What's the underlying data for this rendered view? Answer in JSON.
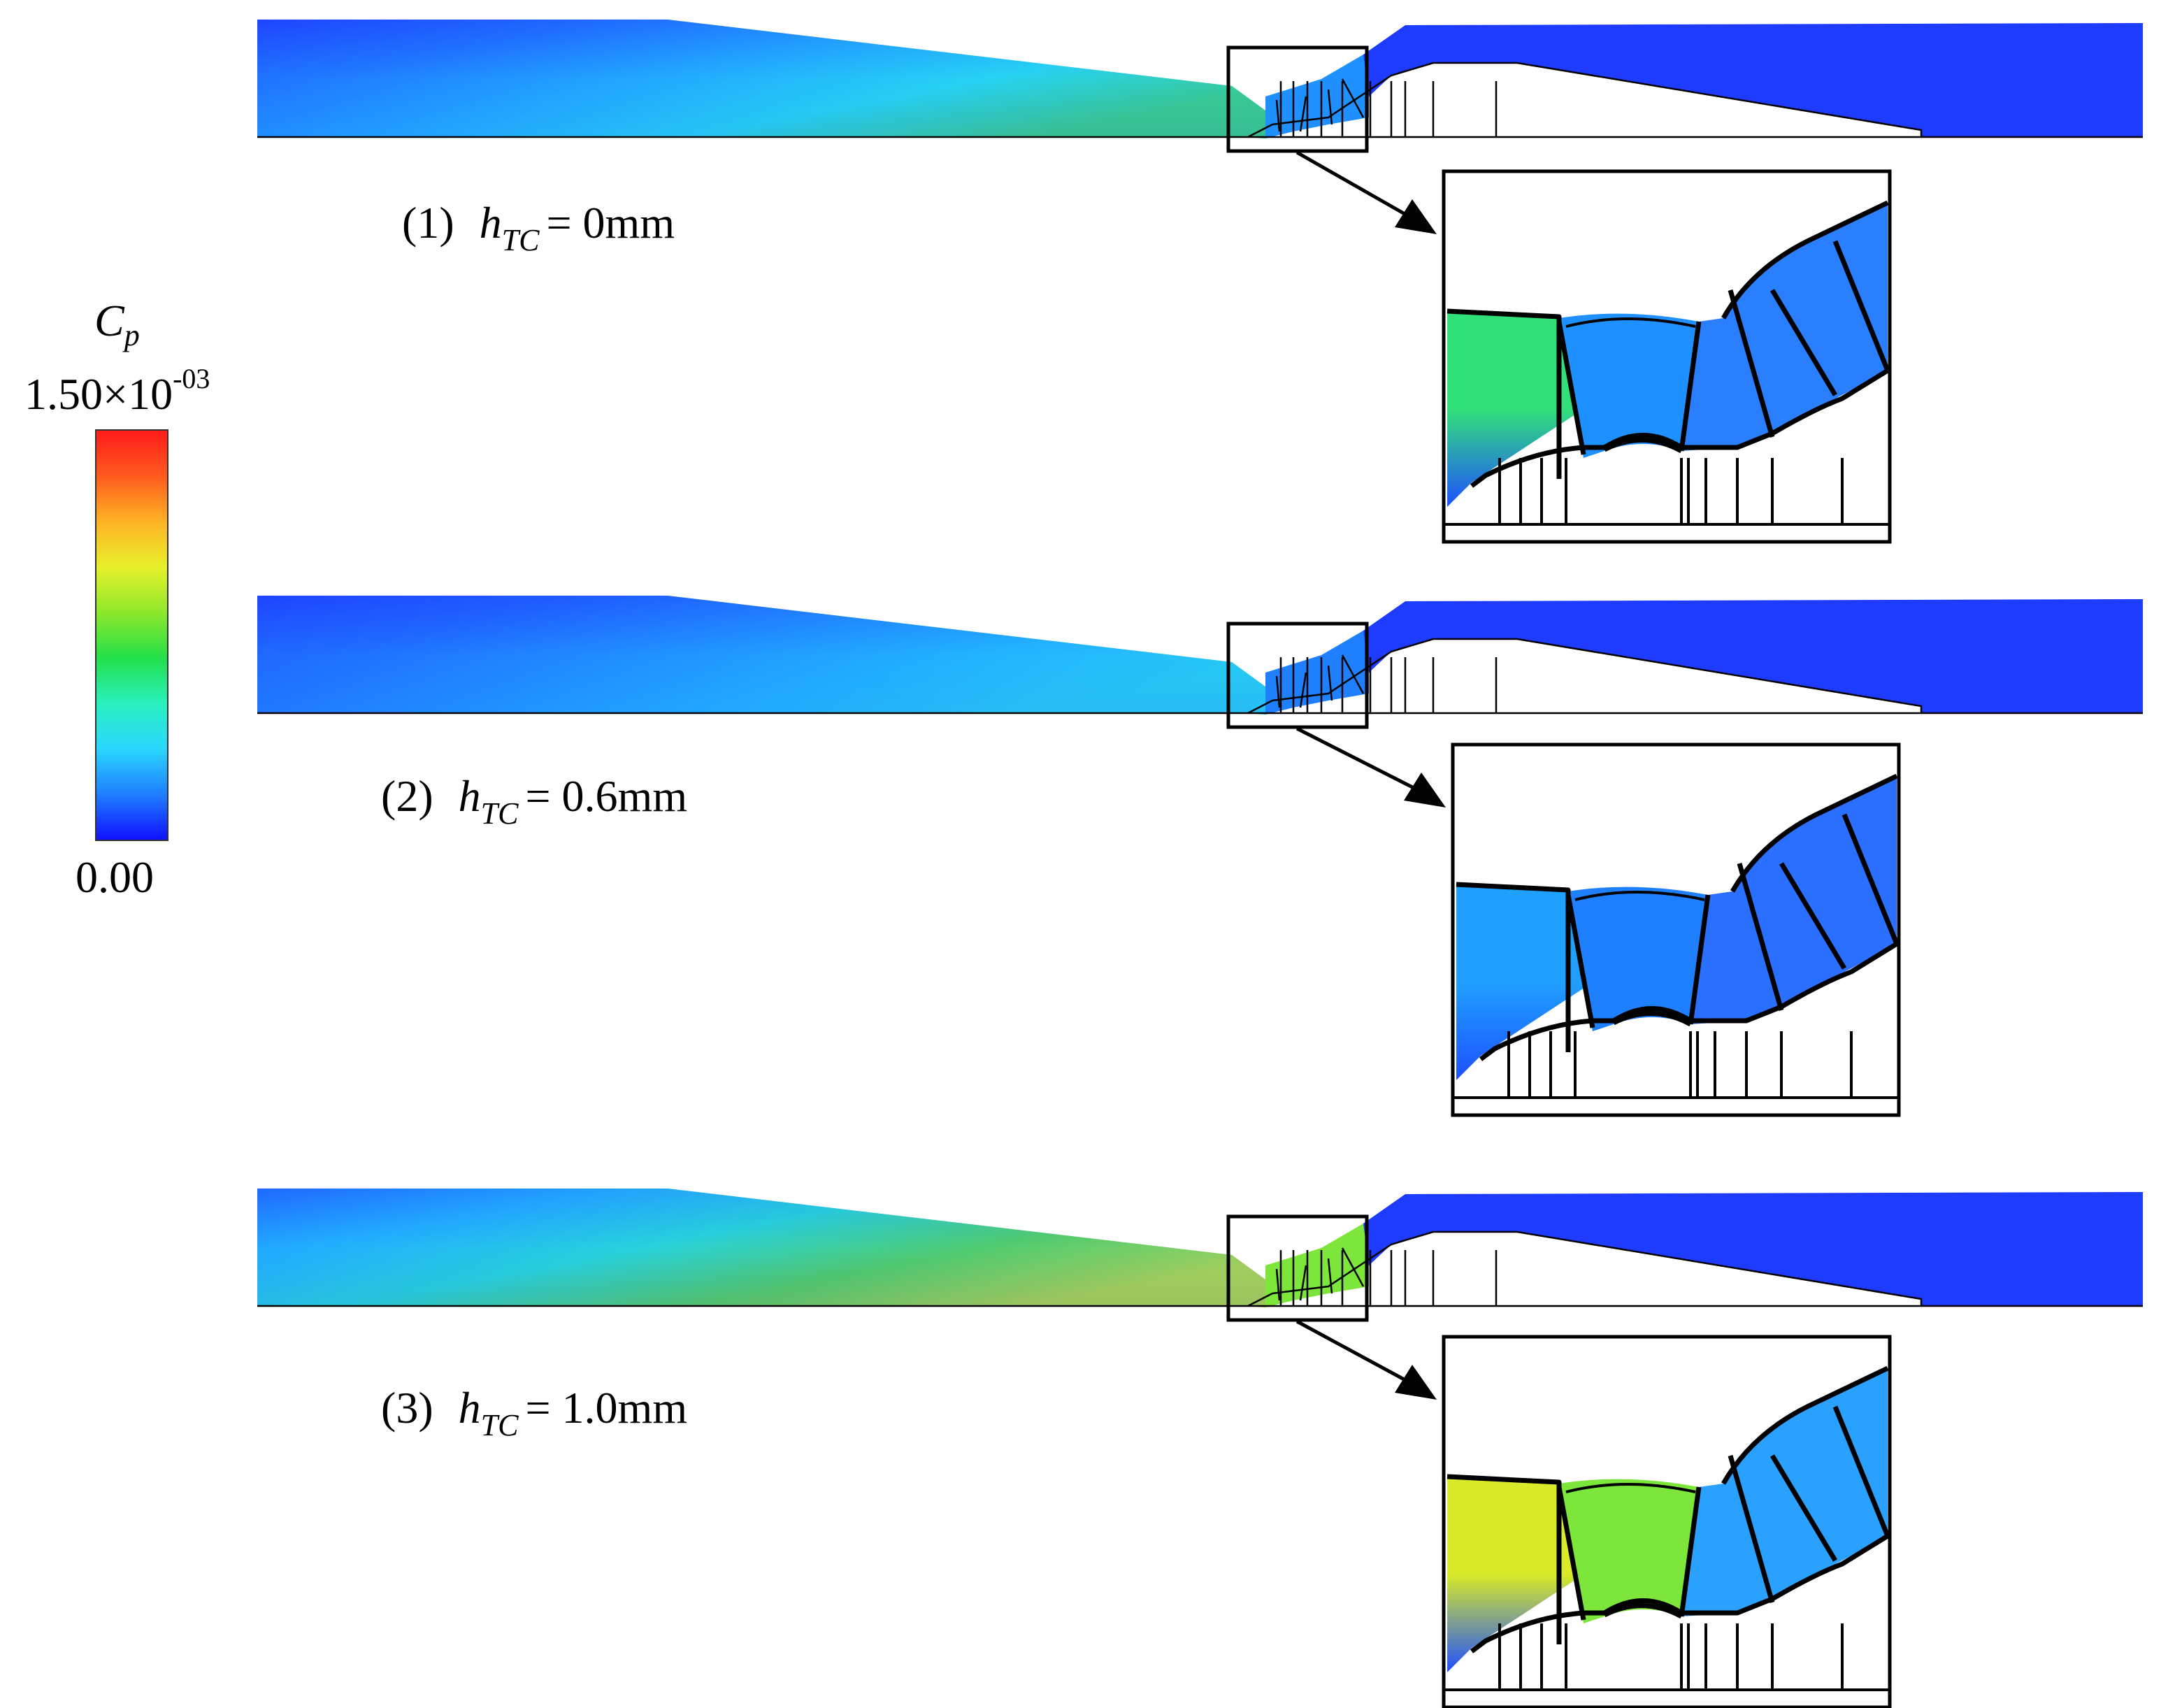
{
  "legend": {
    "symbol": "C",
    "symbol_sub": "p",
    "max_label": "1.50×10",
    "max_exponent": "-03",
    "min_label": "0.00",
    "colors": [
      "#1010ff",
      "#1f7dff",
      "#2ad7ff",
      "#2af0c0",
      "#22e04a",
      "#8ee82a",
      "#e8f02a",
      "#ffb224",
      "#ff5a1e",
      "#ff1a1a"
    ]
  },
  "cases": [
    {
      "id": "1",
      "label_prefix": "(1)",
      "symbol": "h",
      "symbol_sub": "TC",
      "label_value": "= 0mm",
      "inflow_colors": [
        "#1e40ff",
        "#1f70ff",
        "#22b0ff",
        "#28e8f0",
        "#40e070"
      ],
      "inset_colors": [
        "#32e07a",
        "#1e90ff",
        "#2a7fff"
      ]
    },
    {
      "id": "2",
      "label_prefix": "(2)",
      "symbol": "h",
      "symbol_sub": "TC",
      "label_value": "= 0.6mm",
      "inflow_colors": [
        "#1e40ff",
        "#1f60ff",
        "#2090ff",
        "#22c0ff",
        "#2ae0f0"
      ],
      "inset_colors": [
        "#1fa0ff",
        "#1e80ff",
        "#2a6fff"
      ]
    },
    {
      "id": "3",
      "label_prefix": "(3)",
      "symbol": "h",
      "symbol_sub": "TC",
      "label_value": "= 1.0mm",
      "inflow_colors": [
        "#1f70ff",
        "#22b8ff",
        "#2ae8d0",
        "#60e040",
        "#c8e828"
      ],
      "inset_colors": [
        "#d8ea28",
        "#7ce63a",
        "#2aa0ff"
      ]
    }
  ],
  "outlet_color": "#1e3cff"
}
